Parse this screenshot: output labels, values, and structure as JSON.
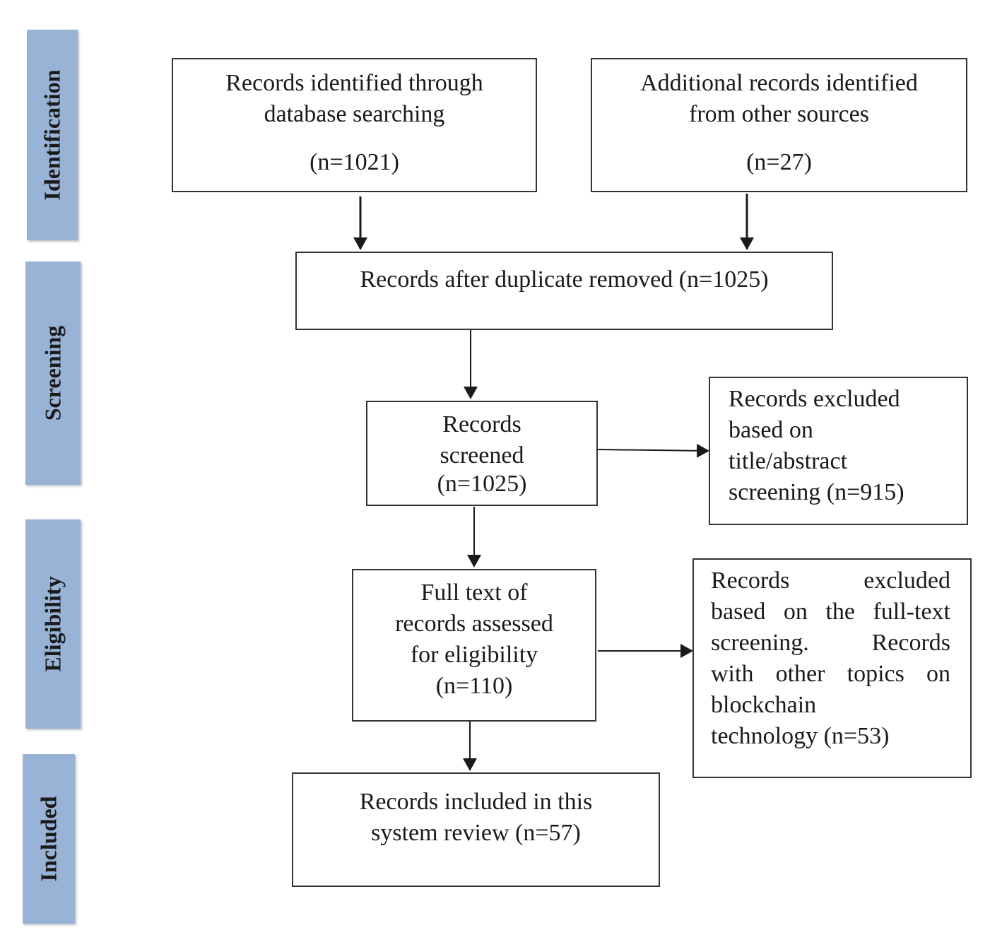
{
  "phases": {
    "identification": "Identification",
    "screening": "Screening",
    "eligibility": "Eligibility",
    "included": "Included"
  },
  "boxes": {
    "database": {
      "line1": "Records identified through",
      "line2": "database searching",
      "count": "(n=1021)"
    },
    "other_sources": {
      "line1": "Additional records identified",
      "line2": "from other sources",
      "count": "(n=27)"
    },
    "after_duplicates": {
      "text": "Records after duplicate removed (n=1025)"
    },
    "screened": {
      "line1": "Records",
      "line2": "screened",
      "count": "(n=1025)"
    },
    "excluded_title": {
      "line1": "Records excluded",
      "line2": "based on",
      "line3": "title/abstract",
      "line4": "screening (n=915)"
    },
    "full_text": {
      "line1": "Full text of",
      "line2": "records assessed",
      "line3": "for eligibility",
      "count": "(n=110)"
    },
    "excluded_full_text": {
      "line1": "Records excluded",
      "line2": "based on the full-text",
      "line3": "screening. Records",
      "line4": "with other topics on",
      "line5": "blockchain",
      "line6": "technology (n=53)"
    },
    "included": {
      "line1": "Records included in this",
      "line2": "system review (n=57)"
    }
  },
  "colors": {
    "phase_fill": "#98b3d6",
    "box_border": "#333333",
    "arrow": "#1a1a1a"
  }
}
